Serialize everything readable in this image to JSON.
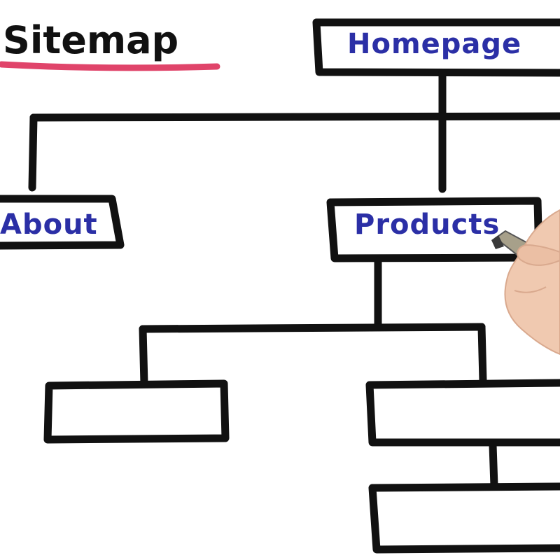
{
  "title": "Sitemap",
  "nodes": {
    "homepage": "Homepage",
    "about": "About",
    "products": "Products"
  },
  "colors": {
    "ink": "#111111",
    "label_text": "#2b2fa6",
    "title_text": "#111111",
    "title_underline": "#e0446a",
    "skin": "#f0c9b0",
    "pen_body": "#a7a08a",
    "pen_tip": "#3a3a3a"
  }
}
